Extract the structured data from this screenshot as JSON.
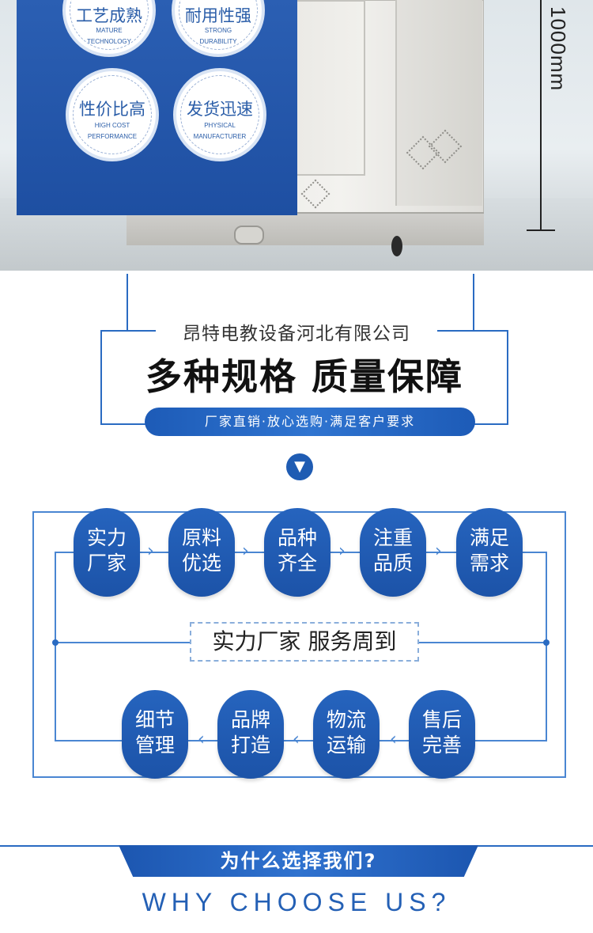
{
  "hero": {
    "dimension_label": "1000mm",
    "badges": [
      {
        "cn": "工艺成熟",
        "en1": "MATURE",
        "en2": "TECHNOLOGY"
      },
      {
        "cn": "耐用性强",
        "en1": "STRONG",
        "en2": "DURABILITY"
      },
      {
        "cn": "性价比高",
        "en1": "HIGH COST",
        "en2": "PERFORMANCE"
      },
      {
        "cn": "发货迅速",
        "en1": "PHYSICAL",
        "en2": "MANUFACTURER"
      }
    ]
  },
  "header": {
    "company": "昂特电教设备河北有限公司",
    "headline": "多种规格 质量保障",
    "slogan": "厂家直销·放心选购·满足客户要求",
    "down_icon": "chevron-down-icon"
  },
  "flow": {
    "center": "实力厂家 服务周到",
    "top_steps": [
      {
        "line1": "实力",
        "line2": "厂家"
      },
      {
        "line1": "原料",
        "line2": "优选"
      },
      {
        "line1": "品种",
        "line2": "齐全"
      },
      {
        "line1": "注重",
        "line2": "品质"
      },
      {
        "line1": "满足",
        "line2": "需求"
      }
    ],
    "bottom_steps": [
      {
        "line1": "细节",
        "line2": "管理"
      },
      {
        "line1": "品牌",
        "line2": "打造"
      },
      {
        "line1": "物流",
        "line2": "运输"
      },
      {
        "line1": "售后",
        "line2": "完善"
      }
    ]
  },
  "why": {
    "title_cn": "为什么选择我们?",
    "title_en": "WHY CHOOSE US?"
  },
  "colors": {
    "brand_blue": "#1f5cb3",
    "line_blue": "#4a86d2"
  }
}
